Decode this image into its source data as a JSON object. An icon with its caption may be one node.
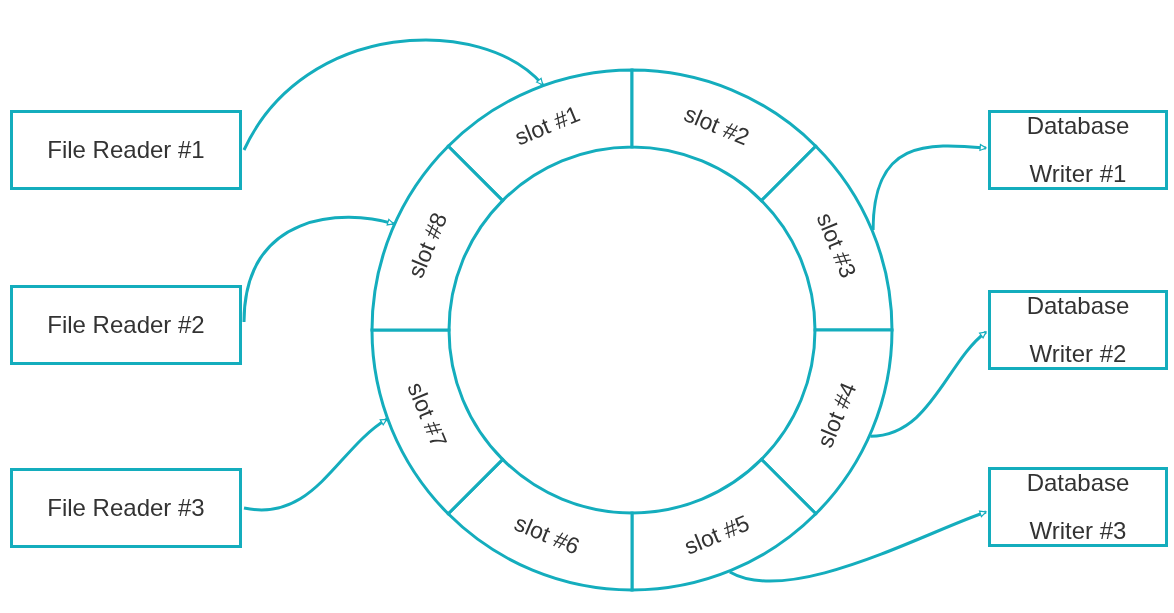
{
  "diagram": {
    "nodes": [
      {
        "text": [
          "File Reader #1"
        ]
      },
      {
        "text": [
          "File Reader #2"
        ]
      },
      {
        "text": [
          "File Reader #3"
        ]
      },
      {
        "text": [
          "slot #1"
        ]
      },
      {
        "text": [
          "slot #2"
        ]
      },
      {
        "text": [
          "slot #3"
        ]
      },
      {
        "text": [
          "slot #4"
        ]
      },
      {
        "text": [
          "slot #5"
        ]
      },
      {
        "text": [
          "slot #6"
        ]
      },
      {
        "text": [
          "slot #7"
        ]
      },
      {
        "text": [
          "slot #8"
        ]
      },
      {
        "text": [
          "Database Writer #1"
        ]
      },
      {
        "text": [
          "Database Writer #2"
        ]
      },
      {
        "text": [
          "Database Writer #3"
        ]
      }
    ],
    "edges": [
      {
        "from": 0,
        "to": 3,
        "arrow": "to"
      },
      {
        "from": 1,
        "to": 10,
        "arrow": "to"
      },
      {
        "from": 2,
        "to": 9,
        "arrow": "to"
      },
      {
        "from": 5,
        "to": 11,
        "arrow": "to"
      },
      {
        "from": 6,
        "to": 12,
        "arrow": "to"
      },
      {
        "from": 7,
        "to": 13,
        "arrow": "to"
      }
    ]
  }
}
